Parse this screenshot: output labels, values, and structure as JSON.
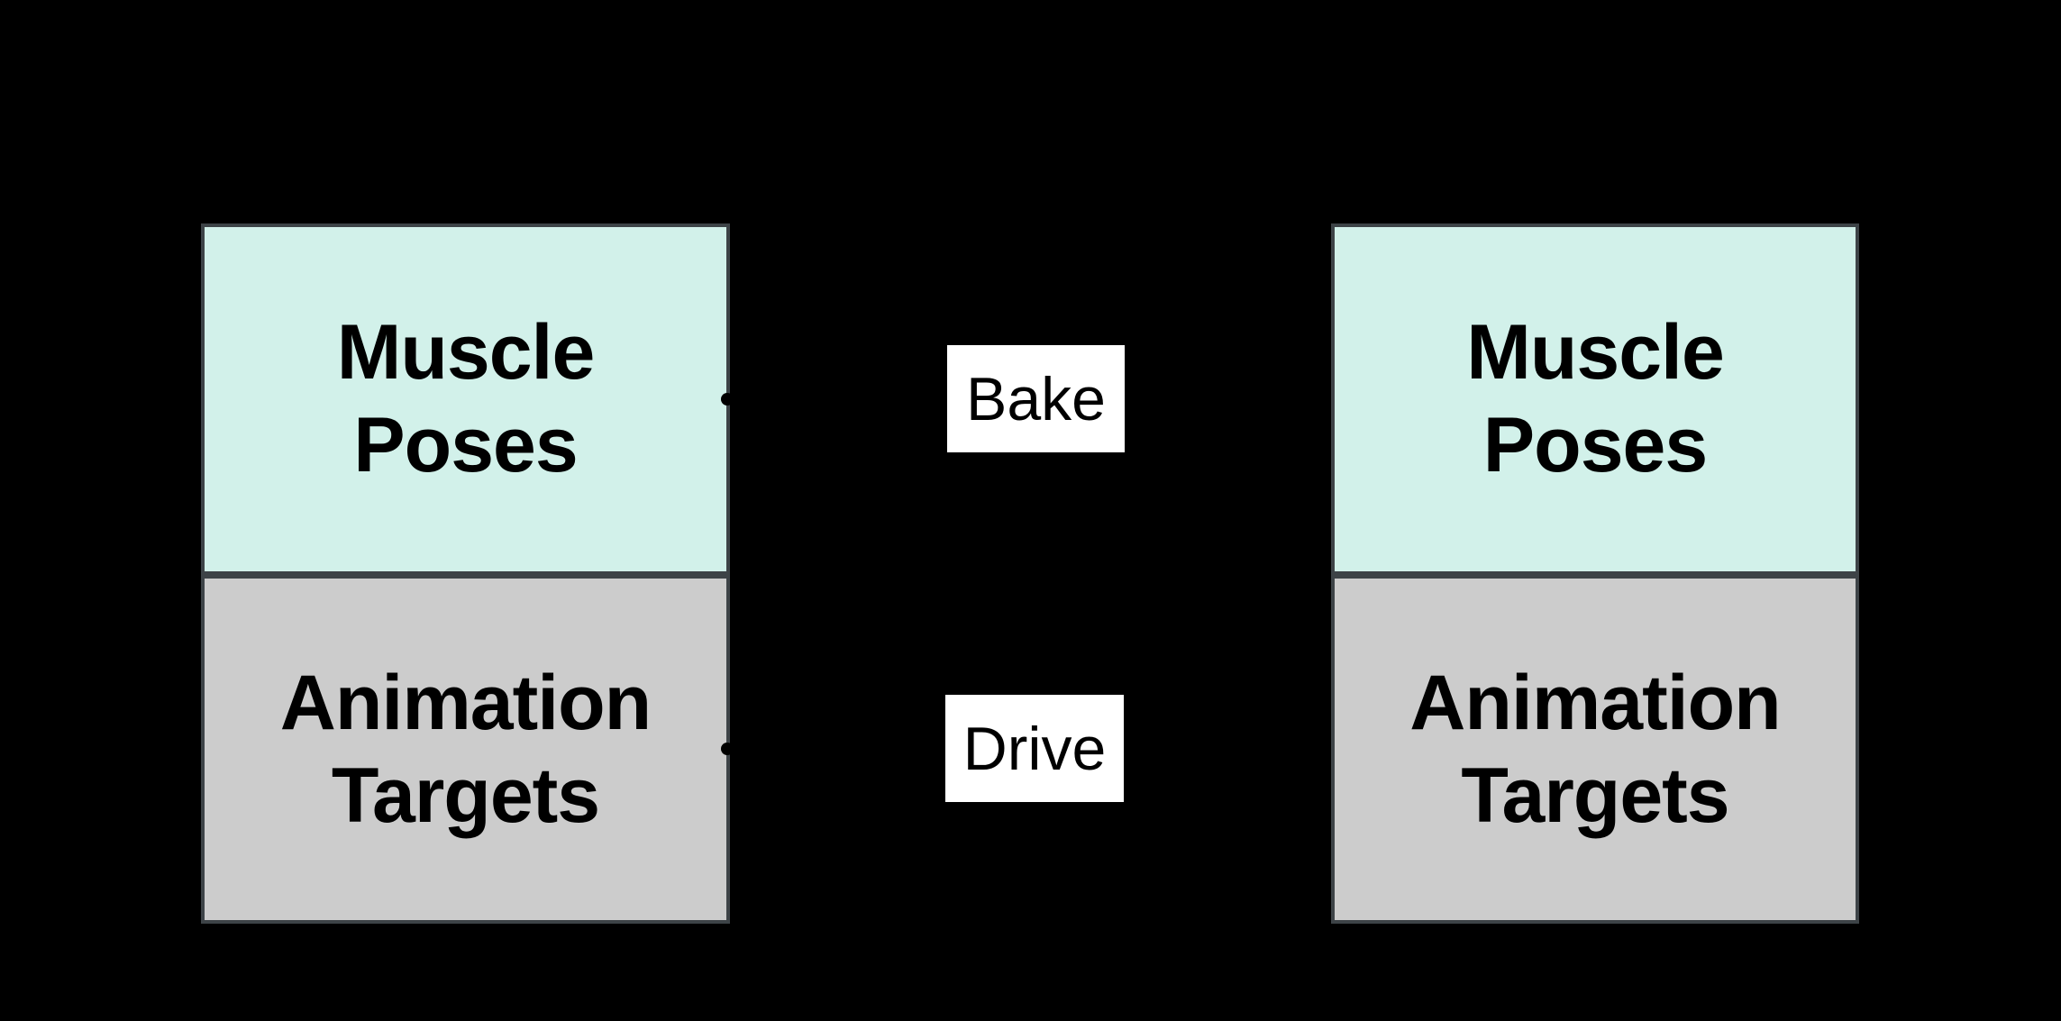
{
  "figure": {
    "background": "#000000",
    "left_group": {
      "cells": [
        {
          "lines": [
            "Muscle",
            "Poses"
          ],
          "fill": "#d2f1ea"
        },
        {
          "lines": [
            "Animation",
            "Targets"
          ],
          "fill": "#cccccc"
        }
      ]
    },
    "right_group": {
      "cells": [
        {
          "lines": [
            "Muscle",
            "Poses"
          ],
          "fill": "#d2f1ea"
        },
        {
          "lines": [
            "Animation",
            "Targets"
          ],
          "fill": "#cccccc"
        }
      ]
    },
    "edge_labels": {
      "bake": "Bake",
      "drive": "Drive"
    },
    "colors": {
      "cell_border": "#3d4347",
      "muscle_poses_fill": "#d2f1ea",
      "animation_targets_fill": "#cccccc",
      "edge_label_bg": "#ffffff",
      "text": "#000000",
      "connector_dot": "#000000"
    }
  }
}
